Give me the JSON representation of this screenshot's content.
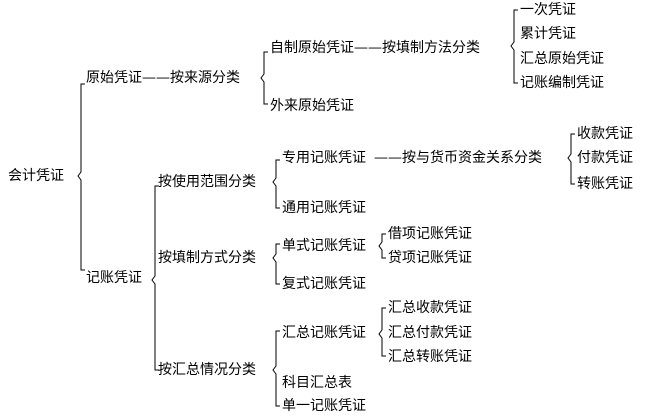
{
  "root": "会计凭证",
  "original": {
    "label": "原始凭证",
    "relation": "——按来源分类",
    "self_made": {
      "label": "自制原始凭证",
      "relation": "——按填制方法分类",
      "items": [
        "一次凭证",
        "累计凭证",
        "汇总原始凭证",
        "记账编制凭证"
      ]
    },
    "external": "外来原始凭证"
  },
  "bookkeeping": {
    "label": "记账凭证",
    "by_scope": {
      "label": "按使用范围分类",
      "special": {
        "label": "专用记账凭证",
        "relation": "——按与货币资金关系分类",
        "items": [
          "收款凭证",
          "付款凭证",
          "转账凭证"
        ]
      },
      "general": "通用记账凭证"
    },
    "by_method": {
      "label": "按填制方式分类",
      "single": {
        "label": "单式记账凭证",
        "items": [
          "借项记账凭证",
          "贷项记账凭证"
        ]
      },
      "compound": "复式记账凭证"
    },
    "by_summary": {
      "label": "按汇总情况分类",
      "summary": {
        "label": "汇总记账凭证",
        "items": [
          "汇总收款凭证",
          "汇总付款凭证",
          "汇总转账凭证"
        ]
      },
      "subject_table": "科目汇总表",
      "single_entry": "单一记账凭证"
    }
  }
}
